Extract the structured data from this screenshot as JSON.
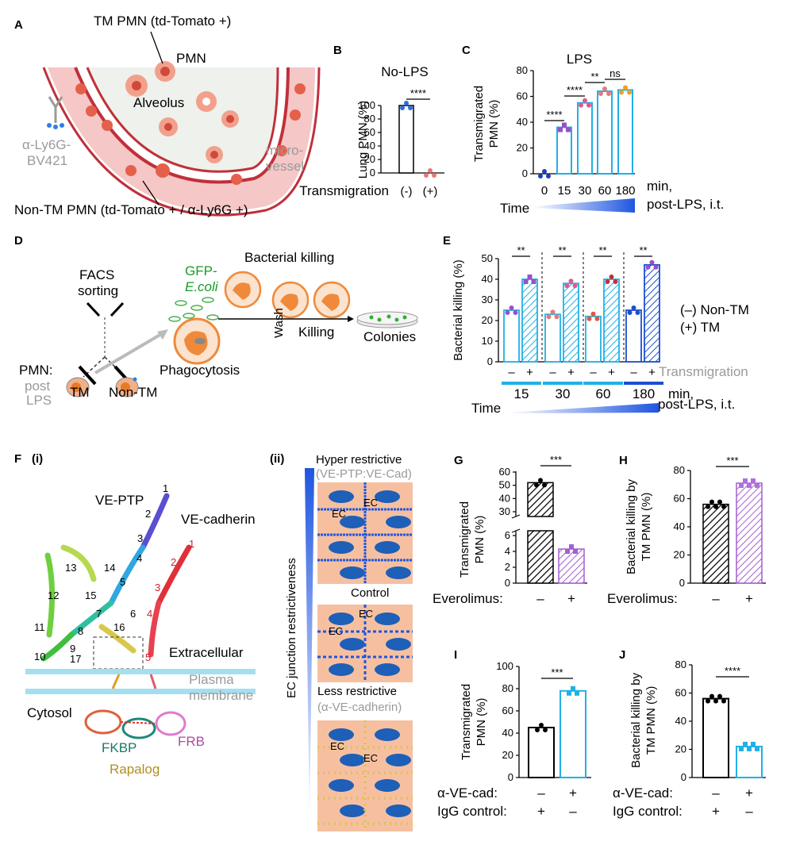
{
  "panel_letters": {
    "A": "A",
    "B": "B",
    "C": "C",
    "D": "D",
    "E": "E",
    "F": "F",
    "G": "G",
    "H": "H",
    "I": "I",
    "J": "J"
  },
  "panelA": {
    "tm_label": "TM PMN (td-Tomato +)",
    "pmn": "PMN",
    "alveolus": "Alveolus",
    "antibody_line1": "α-Ly6G-",
    "antibody_line2": "BV421",
    "micro_line1": "micro-",
    "micro_line2": "vessel",
    "nontm_label": "Non-TM PMN (td-Tomato + / α-Ly6G +)"
  },
  "panelD": {
    "facs_line1": "FACS",
    "facs_line2": "sorting",
    "gfp_line1": "GFP-",
    "gfp_line2": "E.coli",
    "bacterial_killing": "Bacterial killing",
    "wash": "Wash",
    "killing": "Killing",
    "colonies": "Colonies",
    "phagocytosis": "Phagocytosis",
    "pmn": "PMN:",
    "post": "post",
    "lps": "LPS",
    "tm": "TM",
    "nontm": "Non-TM"
  },
  "panelF": {
    "sub_i": "(i)",
    "sub_ii": "(ii)",
    "veptp": "VE-PTP",
    "vecad": "VE-cadherin",
    "extracellular": "Extracellular",
    "plasma_line1": "Plasma",
    "plasma_line2": "membrane",
    "cytosol": "Cytosol",
    "fkbp": "FKBP",
    "frb": "FRB",
    "rapalog": "Rapalog",
    "domain_numbers_black": [
      "1",
      "2",
      "3",
      "4",
      "5",
      "6",
      "7",
      "8",
      "9",
      "10",
      "11",
      "12",
      "13",
      "14",
      "15",
      "16",
      "17"
    ],
    "domain_numbers_red": [
      "1",
      "2",
      "3",
      "4",
      "5"
    ],
    "hyper_line1": "Hyper restrictive",
    "hyper_line2": "(VE-PTP:VE-Cad)",
    "control": "Control",
    "less_line1": "Less restrictive",
    "less_line2": "(α-VE-cadherin)",
    "axis": "EC junction restrictiveness",
    "ec": "EC"
  },
  "chart_data": [
    {
      "panel": "B",
      "type": "bar",
      "title": "No-LPS",
      "ylabel": "Lung PMN (%)",
      "xlabel": "Transmigration",
      "categories": [
        "(-)",
        "(+)"
      ],
      "values": [
        100,
        0
      ],
      "ylim": [
        0,
        100
      ],
      "yticks": [
        "0",
        "20",
        "40",
        "60",
        "80",
        "100"
      ],
      "significance": [
        "****"
      ],
      "colors": {
        "bar": "#000000",
        "dots1": "#2f6fd8",
        "dots2": "#e87878"
      }
    },
    {
      "panel": "C",
      "type": "bar",
      "title": "LPS",
      "ylabel_line1": "Transmigrated",
      "ylabel_line2": "PMN (%)",
      "xlabel": "Time",
      "categories": [
        "0",
        "15",
        "30",
        "60",
        "180"
      ],
      "values": [
        0,
        36,
        55,
        64,
        65
      ],
      "ylim": [
        0,
        80
      ],
      "yticks": [
        "0",
        "20",
        "40",
        "60",
        "80"
      ],
      "unit_line1": "min,",
      "unit_line2": "post-LPS, i.t.",
      "significance": [
        "****",
        "****",
        "**",
        "ns"
      ],
      "colors": {
        "bar": "#22b0e6",
        "dots": [
          "#1a3fbf",
          "#9a4fc7",
          "#e05a8c",
          "#e57a7a",
          "#f0a020"
        ]
      }
    },
    {
      "panel": "E",
      "type": "bar",
      "ylabel": "Bacterial killing (%)",
      "xlabel": "Time",
      "groups": [
        "15",
        "30",
        "60",
        "180"
      ],
      "series": [
        {
          "name": "(–) Non-TM",
          "values": [
            25,
            23,
            22,
            25
          ]
        },
        {
          "name": "(+) TM",
          "values": [
            40,
            38,
            40,
            47
          ]
        }
      ],
      "ylim": [
        0,
        50
      ],
      "yticks": [
        "0",
        "10",
        "20",
        "30",
        "40",
        "50"
      ],
      "sign_minus": "–",
      "sign_plus": "+",
      "transmigration": "Transmigration",
      "unit_line1": "min,",
      "unit_line2": "post-LPS, i.t.",
      "significance": [
        "**",
        "**",
        "**",
        "**"
      ],
      "legend_minus": "(–) Non-TM",
      "legend_plus": "(+) TM",
      "colors": {
        "g1": "#22b0e6",
        "g4": "#1a4fd0"
      }
    },
    {
      "panel": "G",
      "type": "bar",
      "ylabel_line1": "Transmigrated",
      "ylabel_line2": "PMN (%)",
      "xlabel": "Everolimus:",
      "categories": [
        "–",
        "+"
      ],
      "values": [
        52,
        4.3
      ],
      "yticks_low": [
        "0",
        "2",
        "4",
        "6"
      ],
      "yticks_high": [
        "30",
        "40",
        "50",
        "60"
      ],
      "significance": [
        "***"
      ],
      "colors": {
        "bar1": "#000000",
        "bar2": "#a45fd0"
      }
    },
    {
      "panel": "H",
      "type": "bar",
      "ylabel_line1": "Bacterial killing by",
      "ylabel_line2": "TM PMN (%)",
      "xlabel": "Everolimus:",
      "categories": [
        "–",
        "+"
      ],
      "values": [
        56,
        71
      ],
      "ylim": [
        0,
        80
      ],
      "yticks": [
        "0",
        "20",
        "40",
        "60",
        "80"
      ],
      "significance": [
        "***"
      ],
      "colors": {
        "bar1": "#000000",
        "bar2": "#a45fd0"
      }
    },
    {
      "panel": "I",
      "type": "bar",
      "ylabel_line1": "Transmigrated",
      "ylabel_line2": "PMN (%)",
      "row1": "α-VE-cad:",
      "row2": "IgG control:",
      "row1_signs": [
        "–",
        "+"
      ],
      "row2_signs": [
        "+",
        "–"
      ],
      "values": [
        45,
        78
      ],
      "ylim": [
        0,
        100
      ],
      "yticks": [
        "0",
        "20",
        "40",
        "60",
        "80",
        "100"
      ],
      "significance": [
        "***"
      ],
      "colors": {
        "bar1": "#000000",
        "bar2": "#22b0e6"
      }
    },
    {
      "panel": "J",
      "type": "bar",
      "ylabel_line1": "Bacterial killing by",
      "ylabel_line2": "TM PMN (%)",
      "row1": "α-VE-cad:",
      "row2": "IgG control:",
      "row1_signs": [
        "–",
        "+"
      ],
      "row2_signs": [
        "+",
        "–"
      ],
      "values": [
        56,
        22
      ],
      "ylim": [
        0,
        80
      ],
      "yticks": [
        "0",
        "20",
        "40",
        "60",
        "80"
      ],
      "significance": [
        "****"
      ],
      "colors": {
        "bar1": "#000000",
        "bar2": "#22b0e6"
      }
    }
  ]
}
